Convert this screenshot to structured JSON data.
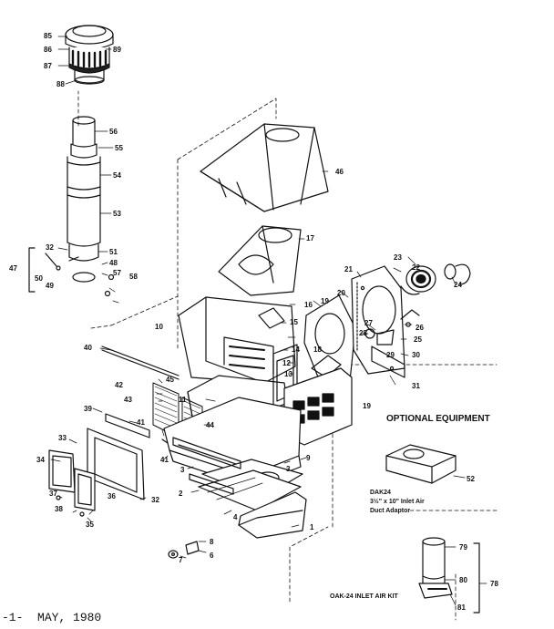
{
  "diagram": {
    "callouts": [
      "85",
      "86",
      "89",
      "87",
      "88",
      "56",
      "55",
      "54",
      "53",
      "32",
      "51",
      "47",
      "48",
      "50",
      "49",
      "57",
      "58",
      "46",
      "17",
      "21",
      "23",
      "22",
      "24",
      "16",
      "19",
      "20",
      "10",
      "15",
      "14",
      "18",
      "27",
      "26",
      "25",
      "28",
      "29",
      "30",
      "40",
      "12",
      "45",
      "13",
      "42",
      "43",
      "11",
      "31",
      "39",
      "41",
      "44",
      "19",
      "33",
      "34",
      "9",
      "3",
      "37",
      "36",
      "38",
      "35",
      "2",
      "32",
      "4",
      "1",
      "8",
      "6",
      "7",
      "41",
      "3",
      "52",
      "79",
      "80",
      "78",
      "81"
    ],
    "optional_equipment_heading": "OPTIONAL EQUIPMENT",
    "dak24_caption": [
      "DAK24",
      "3½\" x 10\" Inlet Air",
      "Duct Adaptor"
    ],
    "oak24_caption": "OAK-24 INLET AIR KIT"
  },
  "footer": {
    "page_number": "-1-",
    "date": "MAY, 1980"
  }
}
